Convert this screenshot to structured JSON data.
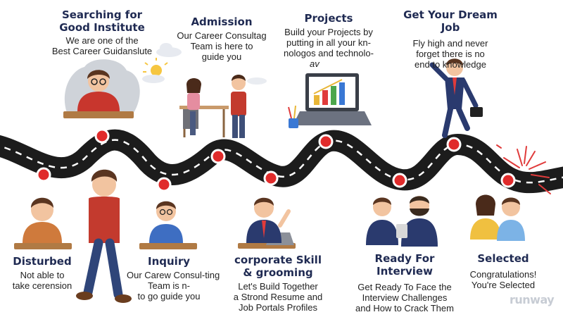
{
  "stages": [
    {
      "id": "searching",
      "title": [
        "Searching for",
        "Good Institute"
      ],
      "desc": [
        "We are one of the",
        "Best Career Guidanslute"
      ]
    },
    {
      "id": "admission",
      "title": [
        "Admission"
      ],
      "desc": [
        "Our Career Consultag",
        "Team is here to",
        "guide you"
      ]
    },
    {
      "id": "projects",
      "title": [
        "Projects"
      ],
      "desc": [
        "Build your Projects by",
        "putting in all your kn-",
        "nologos and technolo-",
        "av"
      ]
    },
    {
      "id": "dream-job",
      "title": [
        "Get Your Dream Job"
      ],
      "desc": [
        "Fly high and never",
        "forget there is no",
        "end to knowledge"
      ]
    },
    {
      "id": "disturbed",
      "title": [
        "Disturbed"
      ],
      "desc": [
        "Not able to",
        "take cerension"
      ]
    },
    {
      "id": "inquiry",
      "title": [
        "Inquiry"
      ],
      "desc": [
        "Our Carew Consul-ting",
        "Team is n-",
        "to go guide you"
      ]
    },
    {
      "id": "grooming",
      "title": [
        "corporate Skill",
        "& grooming"
      ],
      "desc": [
        "Let's Build Together",
        "a Strond Resume and",
        "Job Portals Profiles"
      ]
    },
    {
      "id": "interview",
      "title": [
        "Ready For Interview"
      ],
      "desc": [
        "Get Ready To Face the",
        "Interview Challenges",
        "and How to Crack Them"
      ]
    },
    {
      "id": "selected",
      "title": [
        "Selected"
      ],
      "desc": [
        "Congratulations!",
        "You're Selected"
      ]
    }
  ],
  "watermark": "runway",
  "colors": {
    "road": "#1c1c1c",
    "road_dash": "#ffffff",
    "pin": "#e02b2b",
    "title": "#1f2a52"
  }
}
